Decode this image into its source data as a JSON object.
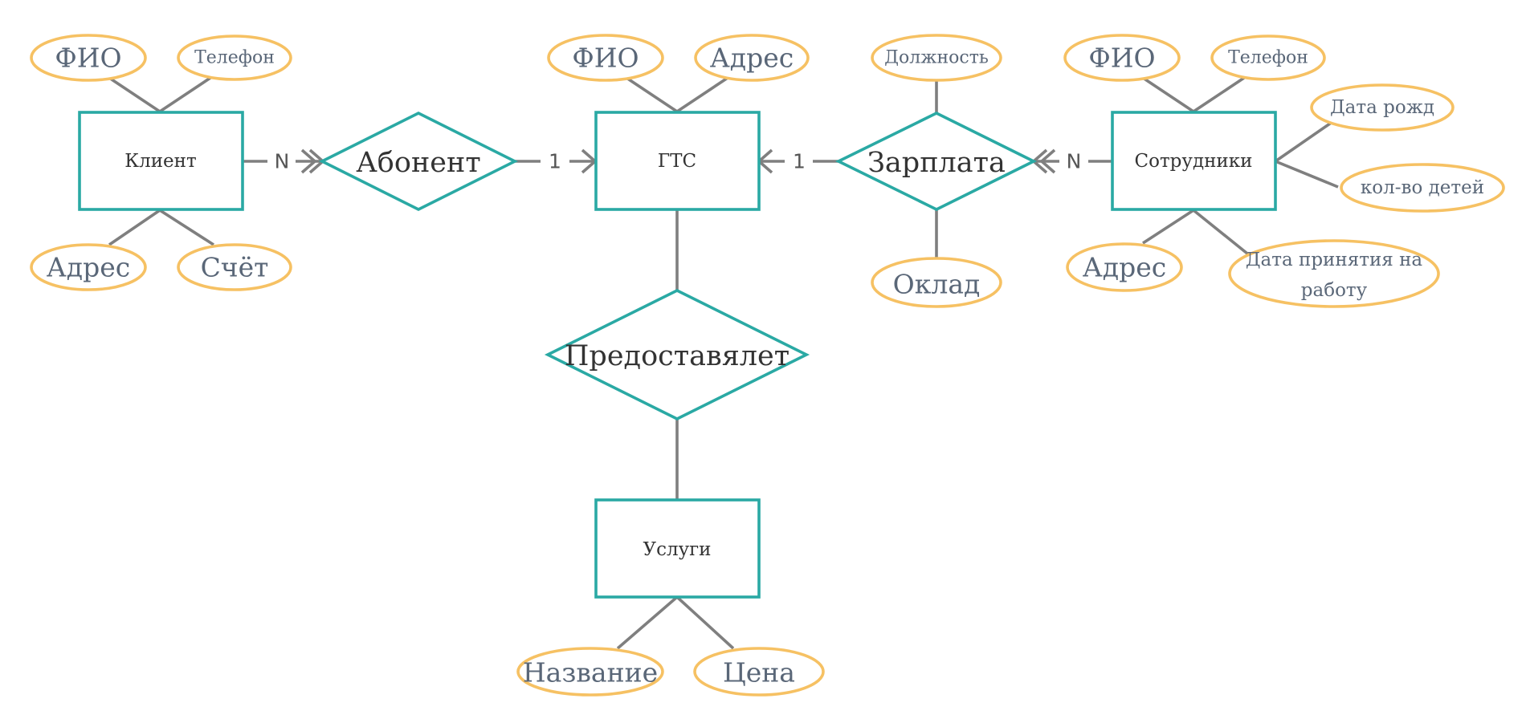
{
  "entities": {
    "klient": "Клиент",
    "gts": "ГТС",
    "sotrudniki": "Сотрудники",
    "uslugi": "Услуги"
  },
  "relationships": {
    "abonent": "Абонент",
    "zarplata": "Зарплата",
    "predostavlyaet": "Предоставялет"
  },
  "attributes": {
    "klient": {
      "fio": "ФИО",
      "telefon": "Телефон",
      "adres": "Адрес",
      "schet": "Счёт"
    },
    "gts": {
      "fio": "ФИО",
      "adres": "Адрес"
    },
    "zarplata": {
      "dolzhnost": "Должность",
      "oklad": "Оклад"
    },
    "sotrudniki": {
      "fio": "ФИО",
      "telefon": "Телефон",
      "data_rozhd": "Дата рожд",
      "kol_vo_detey": "кол-во детей",
      "adres": "Адрес",
      "data_prinyatiya_line1": "Дата принятия на",
      "data_prinyatiya_line2": "работу"
    },
    "uslugi": {
      "nazvanie": "Название",
      "tsena": "Цена"
    }
  },
  "cardinalities": {
    "klient_abonent": "N",
    "abonent_gts": "1",
    "gts_zarplata": "1",
    "zarplata_sotrudniki": "N"
  },
  "colors": {
    "entity_stroke": "#2aa9a4",
    "attribute_stroke": "#f6c163",
    "connector": "#7f7f7f",
    "attribute_text": "#5a6778"
  }
}
